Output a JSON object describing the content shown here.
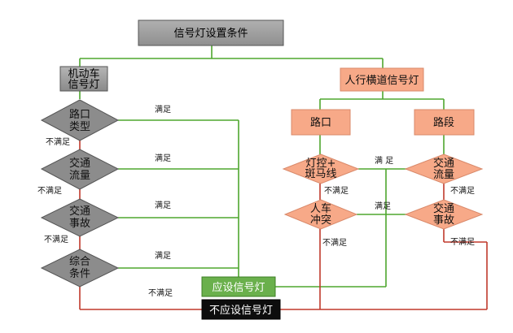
{
  "title": "信号灯设置条件",
  "left_branch": {
    "header": [
      "机动车",
      "信号灯"
    ],
    "conditions": [
      [
        "路口",
        "类型"
      ],
      [
        "交通",
        "流量"
      ],
      [
        "交通",
        "事故"
      ],
      [
        "综合",
        "条件"
      ]
    ]
  },
  "right_branch": {
    "header": "人行横道信号灯",
    "sub_left": {
      "title": "路口",
      "conditions": [
        [
          "灯控+",
          "斑马线"
        ],
        [
          "人车",
          "冲突"
        ]
      ]
    },
    "sub_right": {
      "title": "路段",
      "conditions": [
        [
          "交通",
          "流量"
        ],
        [
          "交通",
          "事故"
        ]
      ]
    }
  },
  "labels": {
    "satisfied": "满足",
    "satisfied_spaced": "满 足",
    "not_satisfied": "不满足"
  },
  "outcomes": {
    "yes": "应设信号灯",
    "no": "不应设信号灯"
  },
  "colors": {
    "gray_box": "#9a9a9a",
    "gray_diamond": "#8c8c8c",
    "orange_fill": "#f7a988",
    "orange_stroke": "#d9896a",
    "green_line": "#4ea72e",
    "red_line": "#c0392b",
    "green_box": "#6ab04c",
    "black_box": "#0d0d0d"
  }
}
